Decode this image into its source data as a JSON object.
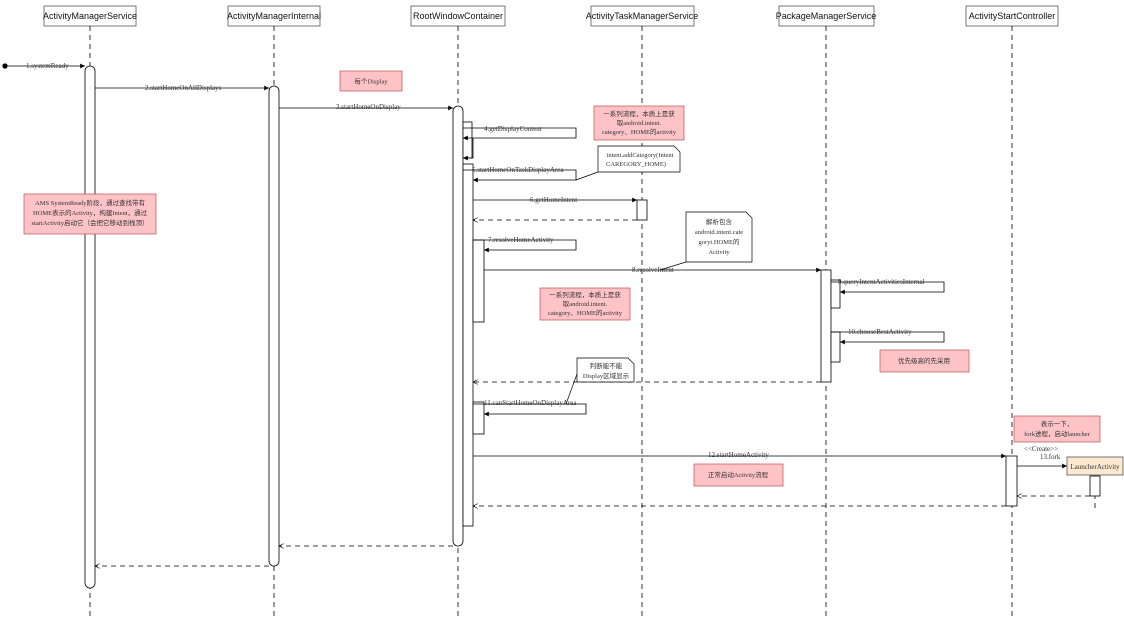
{
  "participants": [
    {
      "id": "ams",
      "label": "ActivityManagerService"
    },
    {
      "id": "ami",
      "label": "ActivityManagerInternal"
    },
    {
      "id": "rwc",
      "label": "RootWindowContainer"
    },
    {
      "id": "atms",
      "label": "ActivityTaskManagerService"
    },
    {
      "id": "pms",
      "label": "PackageManagerService"
    },
    {
      "id": "asc",
      "label": "ActivityStartController"
    },
    {
      "id": "la",
      "label": "LauncherActivity"
    }
  ],
  "messages": [
    {
      "id": "m1",
      "label": "1.systemReady"
    },
    {
      "id": "m2",
      "label": "2.startHomeOnAllDisplays"
    },
    {
      "id": "m3",
      "label": "3.startHomeOnDisplay"
    },
    {
      "id": "m4",
      "label": "4.getDisplayContent"
    },
    {
      "id": "m5",
      "label": "5.startHomeOnTaskDisplayArea"
    },
    {
      "id": "m6",
      "label": "6.getHomeIntent"
    },
    {
      "id": "m7",
      "label": "7.resolveHomeActivity"
    },
    {
      "id": "m8",
      "label": "8.resolveIntent"
    },
    {
      "id": "m9",
      "label": "9.queryIntentActivitiesInternal"
    },
    {
      "id": "m10",
      "label": "10.chooseBestActivity"
    },
    {
      "id": "m11",
      "label": "11.canStartHomeOnDisplayArea"
    },
    {
      "id": "m12",
      "label": "12.startHomeActivity"
    },
    {
      "id": "m13",
      "label": "13.fork"
    },
    {
      "id": "create",
      "label": "<<Create>>"
    }
  ],
  "notes": {
    "per_display": "每个Display",
    "ams_phase": [
      "AMS SystemReady阶段，通过查找带有",
      "HOME表示的Activity，构建Intent，通过",
      "startActivity启动它（会把它移动到栈顶）"
    ],
    "series_a": [
      "一系列流程，本质上是获",
      "取android.intent.",
      "category、HOME的activity"
    ],
    "intent_add": [
      "intent.addCategory(Intent",
      "CAREGORY_HOME)"
    ],
    "parse": [
      "解析包含",
      "android.intent.cate",
      "goryt.HOME的",
      "Activity"
    ],
    "series_b": [
      "一系列流程，本质上是获",
      "取android.intent.",
      "category、HOME的activity"
    ],
    "priority": "优先级高的先采用",
    "judge": [
      "判断能不能",
      "Display区域显示"
    ],
    "fork_note": [
      "表示一下，",
      "fork进程，启动launcher"
    ],
    "normal_start": "正常启动Activity流程"
  },
  "colors": {
    "note_fill": "#fdc3c7",
    "note_stroke": "#c0504d",
    "participant_fill": "#ffffff",
    "created_fill": "#fde9d0",
    "line": "#000000"
  }
}
